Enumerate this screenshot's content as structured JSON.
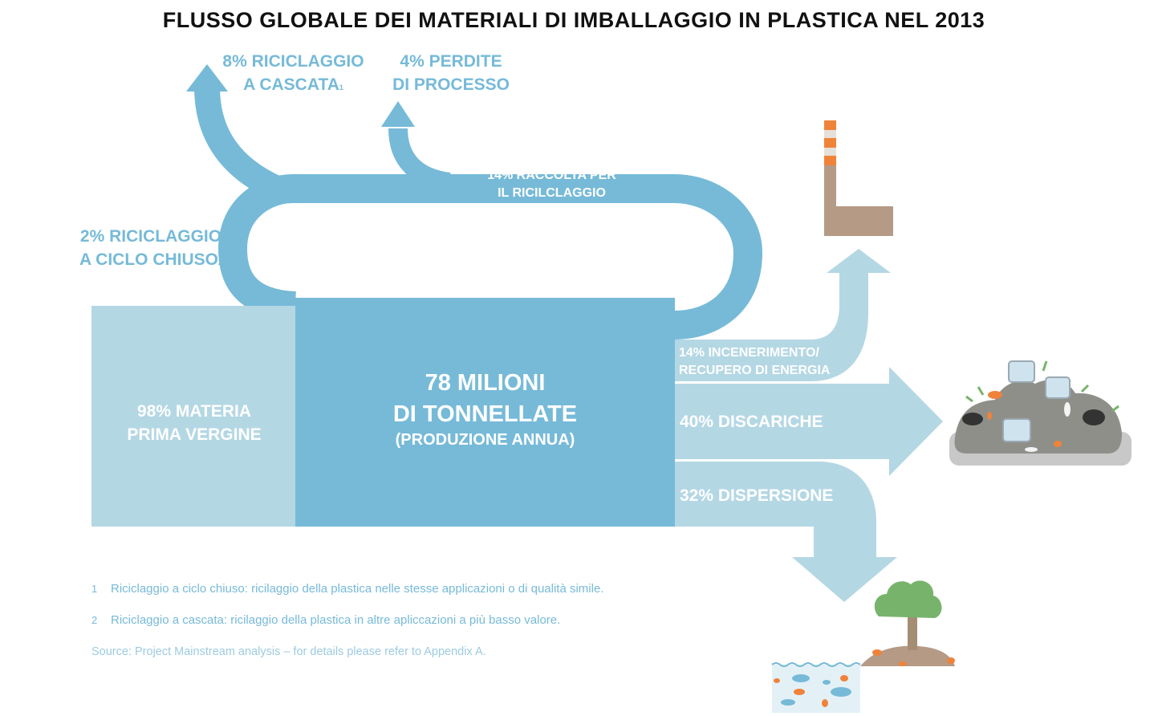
{
  "title": "FLUSSO GLOBALE DEI MATERIALI DI IMBALLAGGIO IN PLASTICA NEL 2013",
  "labels": {
    "cascade_line1": "8% RICICLAGGIO",
    "cascade_line2": "A CASCATA",
    "cascade_sup": "1",
    "losses_line1": "4% PERDITE",
    "losses_line2": "DI PROCESSO",
    "collected_line1": "14% RACCOLTA PER",
    "collected_line2": "IL RICILCLAGGIO",
    "closed_line1": "2% RICICLAGGIO",
    "closed_line2": "A CICLO CHIUSO",
    "closed_sup": "2",
    "virgin_line1": "98% MATERIA",
    "virgin_line2": "PRIMA VERGINE",
    "production_line1": "78 MILIONI",
    "production_line2": "DI TONNELLATE",
    "production_line3": "(PRODUZIONE ANNUA)",
    "incineration_line1": "14% INCENERIMENTO/",
    "incineration_line2": "RECUPERO DI ENERGIA",
    "landfill": "40% DISCARICHE",
    "leakage": "32% DISPERSIONE"
  },
  "footnotes": [
    {
      "num": "1",
      "text": "Riciclaggio a ciclo chiuso: ricilaggio della plastica nelle stesse applicazioni o di qualità simile."
    },
    {
      "num": "2",
      "text": "Riciclaggio a cascata: ricilaggio della plastica in altre apliccazioni a più basso valore."
    }
  ],
  "source": "Source: Project Mainstream analysis – for details please refer to Appendix A.",
  "icons": [
    "factory-chimney-icon",
    "landfill-pile-icon",
    "ocean-island-tree-icon"
  ],
  "colors": {
    "flow_dark": "#76bad8",
    "flow_light": "#b4d7e4",
    "text_blue": "#76bad8",
    "title": "#111111",
    "factory": "#b59a86",
    "chimney_stripe": "#f0833a",
    "landfill": "#8f8f8a",
    "landfill_shadow": "#c8c8c8",
    "tree_green": "#78b36c",
    "tree_trunk": "#a58d73",
    "island": "#b59a86",
    "water": "#e3f1f7"
  }
}
